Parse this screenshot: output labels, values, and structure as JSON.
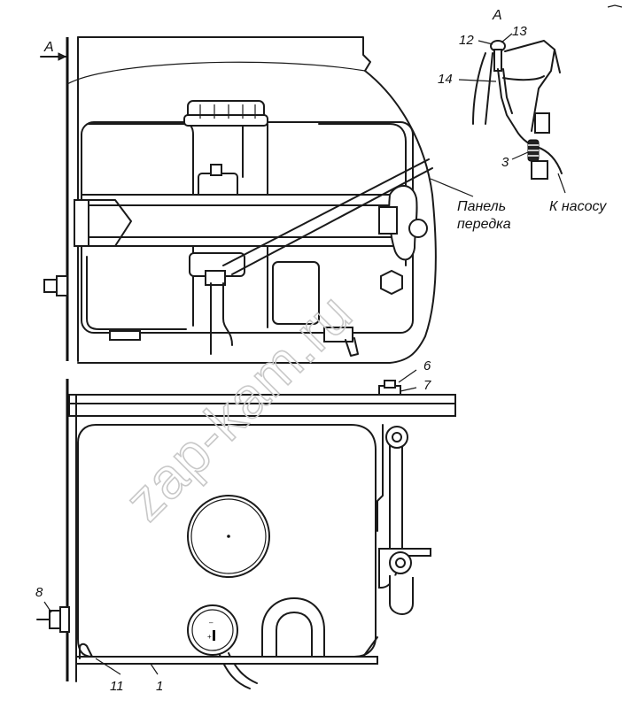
{
  "view_labels": {
    "a_top": "A",
    "a_arrow": "A"
  },
  "callouts": {
    "c1": "1",
    "c3": "3",
    "c6": "6",
    "c7": "7",
    "c8": "8",
    "c11": "11",
    "c12": "12",
    "c13": "13",
    "c14": "14"
  },
  "annotations": {
    "panel_line1": "Панель",
    "panel_line2": "передка",
    "to_pump": "К насосу"
  },
  "watermark": "zap-kam.ru"
}
